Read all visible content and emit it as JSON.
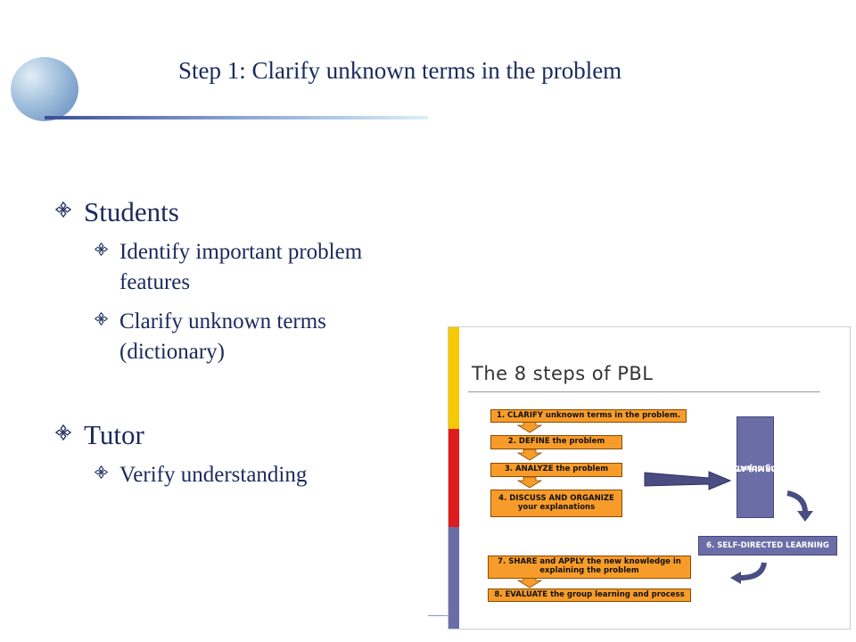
{
  "slide": {
    "title": "Step 1: Clarify unknown terms in the problem"
  },
  "bullets": {
    "students": {
      "label": "Students",
      "items": [
        "Identify important problem features",
        "Clarify unknown terms (dictionary)"
      ]
    },
    "tutor": {
      "label": "Tutor",
      "items": [
        "Verify understanding"
      ]
    }
  },
  "figure": {
    "title": "The 8 steps of PBL",
    "steps": {
      "s1": "1. CLARIFY unknown terms in the problem.",
      "s2": "2. DEFINE  the problem",
      "s3": "3. ANALYZE the problem",
      "s4a": "4. DISCUSS AND ORGANIZE",
      "s4b": "your explanations",
      "s5a": "5. FORMULATE your",
      "s5b": "learning objectives",
      "s6": "6. SELF-DIRECTED LEARNING",
      "s7a": "7. SHARE and APPLY the new knowledge in",
      "s7b": "explaining the problem",
      "s8": "8. EVALUATE the group learning and process"
    }
  },
  "colors": {
    "title": "#1a2a5c",
    "bullet": "#1a2a5c",
    "step_orange": "#f79c2a",
    "step_purple": "#6b6ea6",
    "bar_yellow": "#f5c800",
    "bar_red": "#e01b1b"
  },
  "icons": {
    "bullet": "four-diamond-bullet-icon",
    "decor": "gradient-circle"
  }
}
